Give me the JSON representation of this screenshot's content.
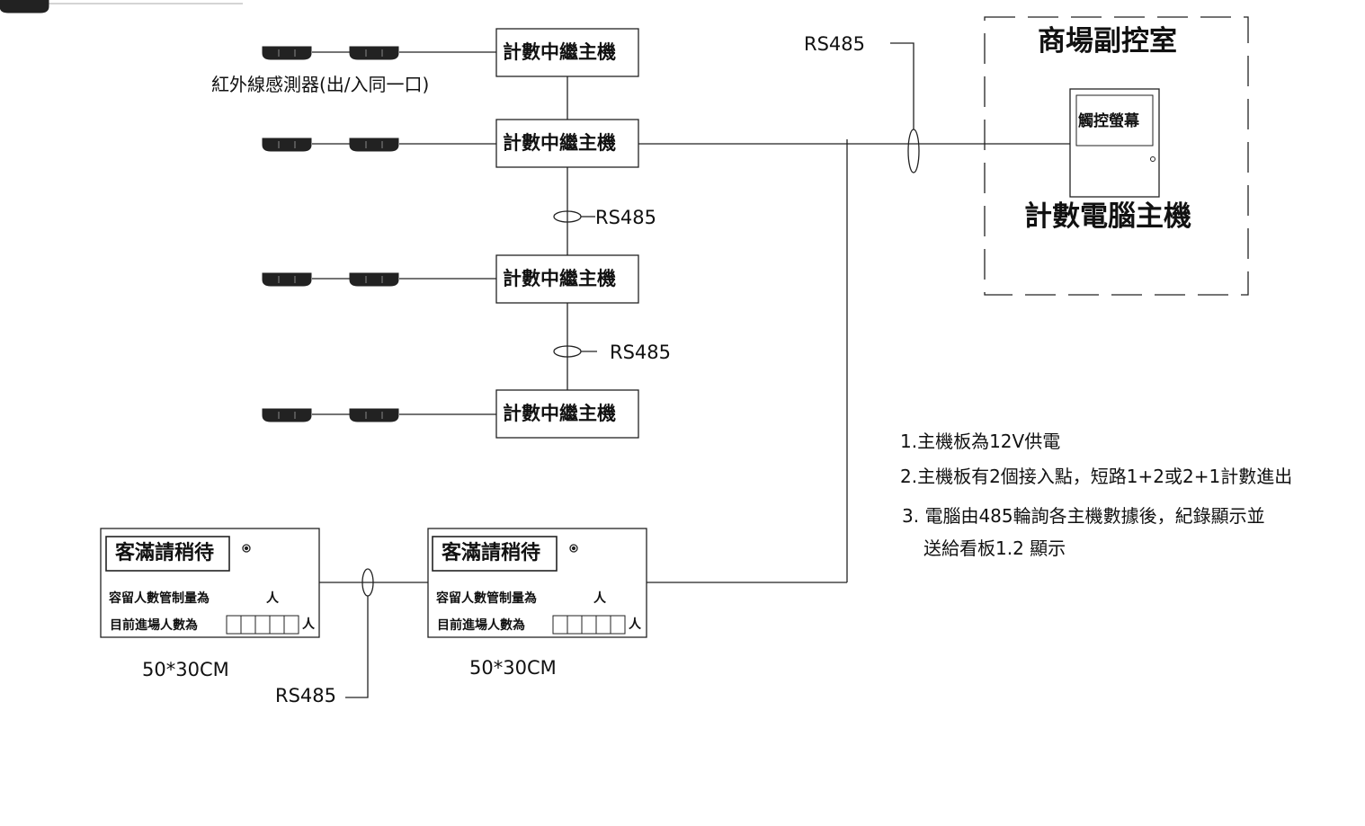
{
  "relay_label": "計數中繼主機",
  "sensor_label": "紅外線感測器(出/入同一口)",
  "rs485": "RS485",
  "room": {
    "title": "商場副控室",
    "screen": "觸控螢幕",
    "computer": "計數電腦主機"
  },
  "notes": [
    "1.主機板為12V供電",
    "2.主機板有2個接入點，短路1+2或2+1計數進出",
    "3. 電腦由485輪詢各主機數據後，紀錄顯示並",
    "送給看板1.2 顯示"
  ],
  "sign": {
    "title": "客滿請稍待",
    "line1": "容留人數管制量為",
    "unit": "人",
    "line2": "目前進場人數為",
    "size": "50*30CM"
  }
}
